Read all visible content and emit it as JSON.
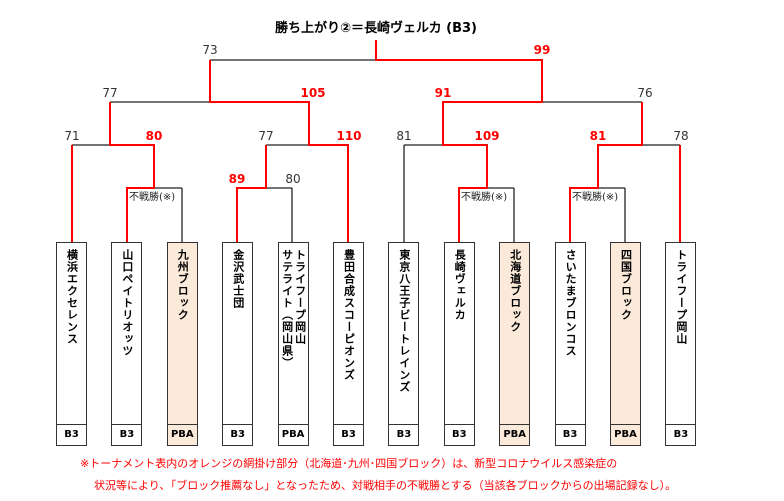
{
  "title": "勝ち上がり②＝長崎ヴェルカ (B3)",
  "scores": {
    "final": {
      "left": "73",
      "right": "99"
    },
    "semi": [
      {
        "left": "77",
        "right": "105"
      },
      {
        "left": "91",
        "right": "76"
      }
    ],
    "quarter": [
      {
        "left": "71",
        "right": "80"
      },
      {
        "left": "77",
        "right": "110"
      },
      {
        "left": "81",
        "right": "109"
      },
      {
        "left": "81",
        "right": "78"
      }
    ],
    "first": [
      {
        "left": "89",
        "right": "80"
      }
    ]
  },
  "bye_label": "不戦勝(※)",
  "teams": [
    {
      "cols": [
        "横浜エクセレンス"
      ],
      "league": "B3",
      "pba": false
    },
    {
      "cols": [
        "山口ペイトリオッツ"
      ],
      "league": "B3",
      "pba": false
    },
    {
      "cols": [
        "九州ブロック"
      ],
      "league": "PBA",
      "pba": true
    },
    {
      "cols": [
        "金沢武士団"
      ],
      "league": "B3",
      "pba": false
    },
    {
      "cols": [
        "トライフープ岡山",
        "サテライト（岡山県）"
      ],
      "league": "PBA",
      "pba": false
    },
    {
      "cols": [
        "豊田合成スコーピオンズ"
      ],
      "league": "B3",
      "pba": false
    },
    {
      "cols": [
        "東京八王子ビートレインズ"
      ],
      "league": "B3",
      "pba": false
    },
    {
      "cols": [
        "長崎ヴェルカ"
      ],
      "league": "B3",
      "pba": false
    },
    {
      "cols": [
        "北海道ブロック"
      ],
      "league": "PBA",
      "pba": true
    },
    {
      "cols": [
        "さいたまブロンコス"
      ],
      "league": "B3",
      "pba": false
    },
    {
      "cols": [
        "四国ブロック"
      ],
      "league": "PBA",
      "pba": true
    },
    {
      "cols": [
        "トライフープ岡山"
      ],
      "league": "B3",
      "pba": false
    }
  ],
  "notes": [
    "※トーナメント表内のオレンジの網掛け部分（北海道･九州･四国ブロック）は、新型コロナウイルス感染症の",
    "状況等により､「ブロック推薦なし」となったため、対戦相手の不戦勝とする（当該各ブロックからの出場記録なし）。"
  ],
  "colors": {
    "winner": "#ff0000",
    "pba_fill": "#fbe9da"
  }
}
